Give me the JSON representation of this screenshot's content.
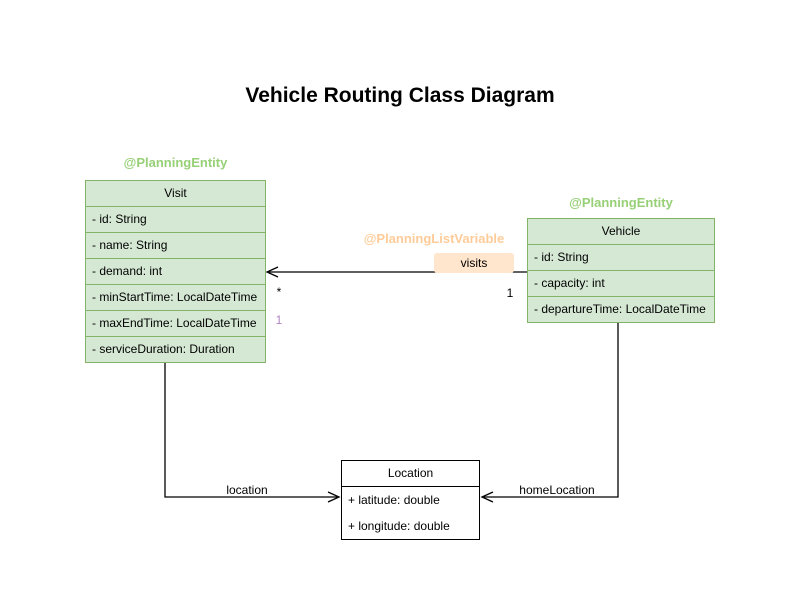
{
  "title": "Vehicle Routing Class Diagram",
  "colors": {
    "class_fill_green": "#d5e8d4",
    "class_border_green": "#82b366",
    "annotation_green": "#97d077",
    "annotation_orange": "#ffcc99",
    "visits_chip_fill": "#ffe6cc",
    "purple_label": "#b085c0",
    "plain_class_border": "#000000",
    "edge_color": "#000000"
  },
  "classes": {
    "visit": {
      "annotation": "@PlanningEntity",
      "name": "Visit",
      "attributes": [
        "- id: String",
        "- name: String",
        "- demand: int",
        "- minStartTime: LocalDateTime",
        "- maxEndTime: LocalDateTime",
        "- serviceDuration: Duration"
      ]
    },
    "vehicle": {
      "annotation": "@PlanningEntity",
      "name": "Vehicle",
      "attributes": [
        "- id: String",
        "- capacity: int",
        "- departureTime: LocalDateTime"
      ]
    },
    "location": {
      "name": "Location",
      "attributes": [
        "+ latitude: double",
        "+ longitude: double"
      ]
    }
  },
  "edges": {
    "visits": {
      "annotation": "@PlanningListVariable",
      "label": "visits",
      "target_multiplicity": "*",
      "source_multiplicity": "1",
      "secondary_label": "1"
    },
    "location": {
      "label": "location"
    },
    "home_location": {
      "label": "homeLocation"
    }
  }
}
